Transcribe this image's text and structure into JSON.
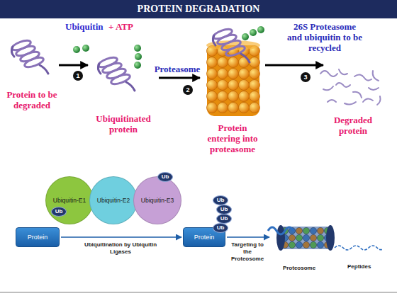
{
  "diagram": {
    "title": "PROTEIN DEGRADATION",
    "nodes": [
      {
        "text": [
          "Protein to be degraded"
        ]
      },
      {
        "text": [
          "Ubiquitinated protein"
        ]
      },
      {
        "text": [
          "Protein entering into proteasome"
        ]
      },
      {
        "text": [
          "Degraded protein"
        ]
      },
      {
        "text": [
          "Ubiquitin-E1"
        ]
      },
      {
        "text": [
          "Ubiquitin-E2"
        ]
      },
      {
        "text": [
          "Ubiquitin-E3"
        ]
      },
      {
        "text": [
          "Ub"
        ]
      },
      {
        "text": [
          "Ub"
        ]
      },
      {
        "text": [
          "Protein"
        ]
      },
      {
        "text": [
          "Protein"
        ]
      },
      {
        "text": [
          "Ub"
        ]
      },
      {
        "text": [
          "Ub"
        ]
      },
      {
        "text": [
          "Ub"
        ]
      },
      {
        "text": [
          "Ub"
        ]
      },
      {
        "text": [
          "Proteosome"
        ]
      }
    ],
    "edges": [
      {
        "from": 0,
        "to": 1,
        "arrow": "to"
      },
      {
        "from": 1,
        "to": 2,
        "label": "Proteasome",
        "arrow": "to"
      },
      {
        "from": 2,
        "to": 3,
        "label": "26S Proteasome and ubiquitin to be recycled",
        "arrow": "to"
      },
      {
        "from": 9,
        "to": 10,
        "label": "Ubiquitination by Ubiquitin Ligases",
        "arrow": "to"
      },
      {
        "from": 10,
        "to": 15,
        "label": "Targeting to the Proteosome",
        "arrow": "to"
      }
    ],
    "labels": [
      "Ubiquitin",
      "+ ATP",
      "1",
      "2",
      "3",
      "Peptides"
    ]
  }
}
